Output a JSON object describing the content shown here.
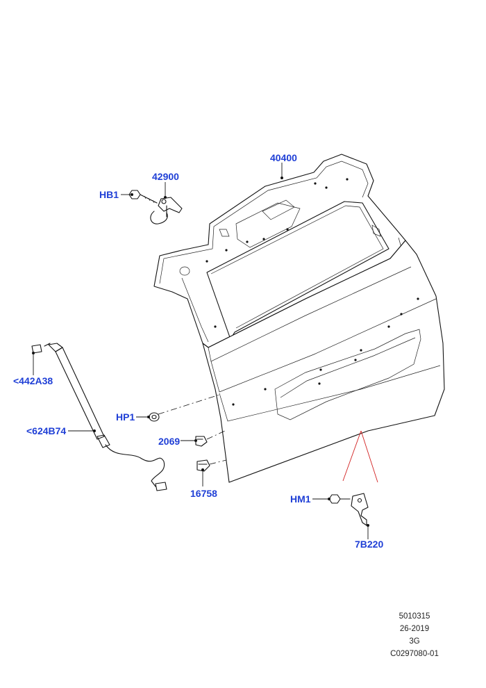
{
  "callouts": {
    "part_40400": "40400",
    "part_42900": "42900",
    "part_hb1": "HB1",
    "part_442a38": "<442A38",
    "part_hp1": "HP1",
    "part_624b74": "<624B74",
    "part_2069": "2069",
    "part_16758": "16758",
    "part_hm1": "HM1",
    "part_7b220": "7B220"
  },
  "reference_block": {
    "line1": "5010315",
    "line2": "26-2019",
    "line3": "3G",
    "line4": "C0297080-01"
  },
  "colors": {
    "callout_text": "#1f3fd6",
    "outline": "#111111",
    "indicator_red": "#d22020"
  }
}
